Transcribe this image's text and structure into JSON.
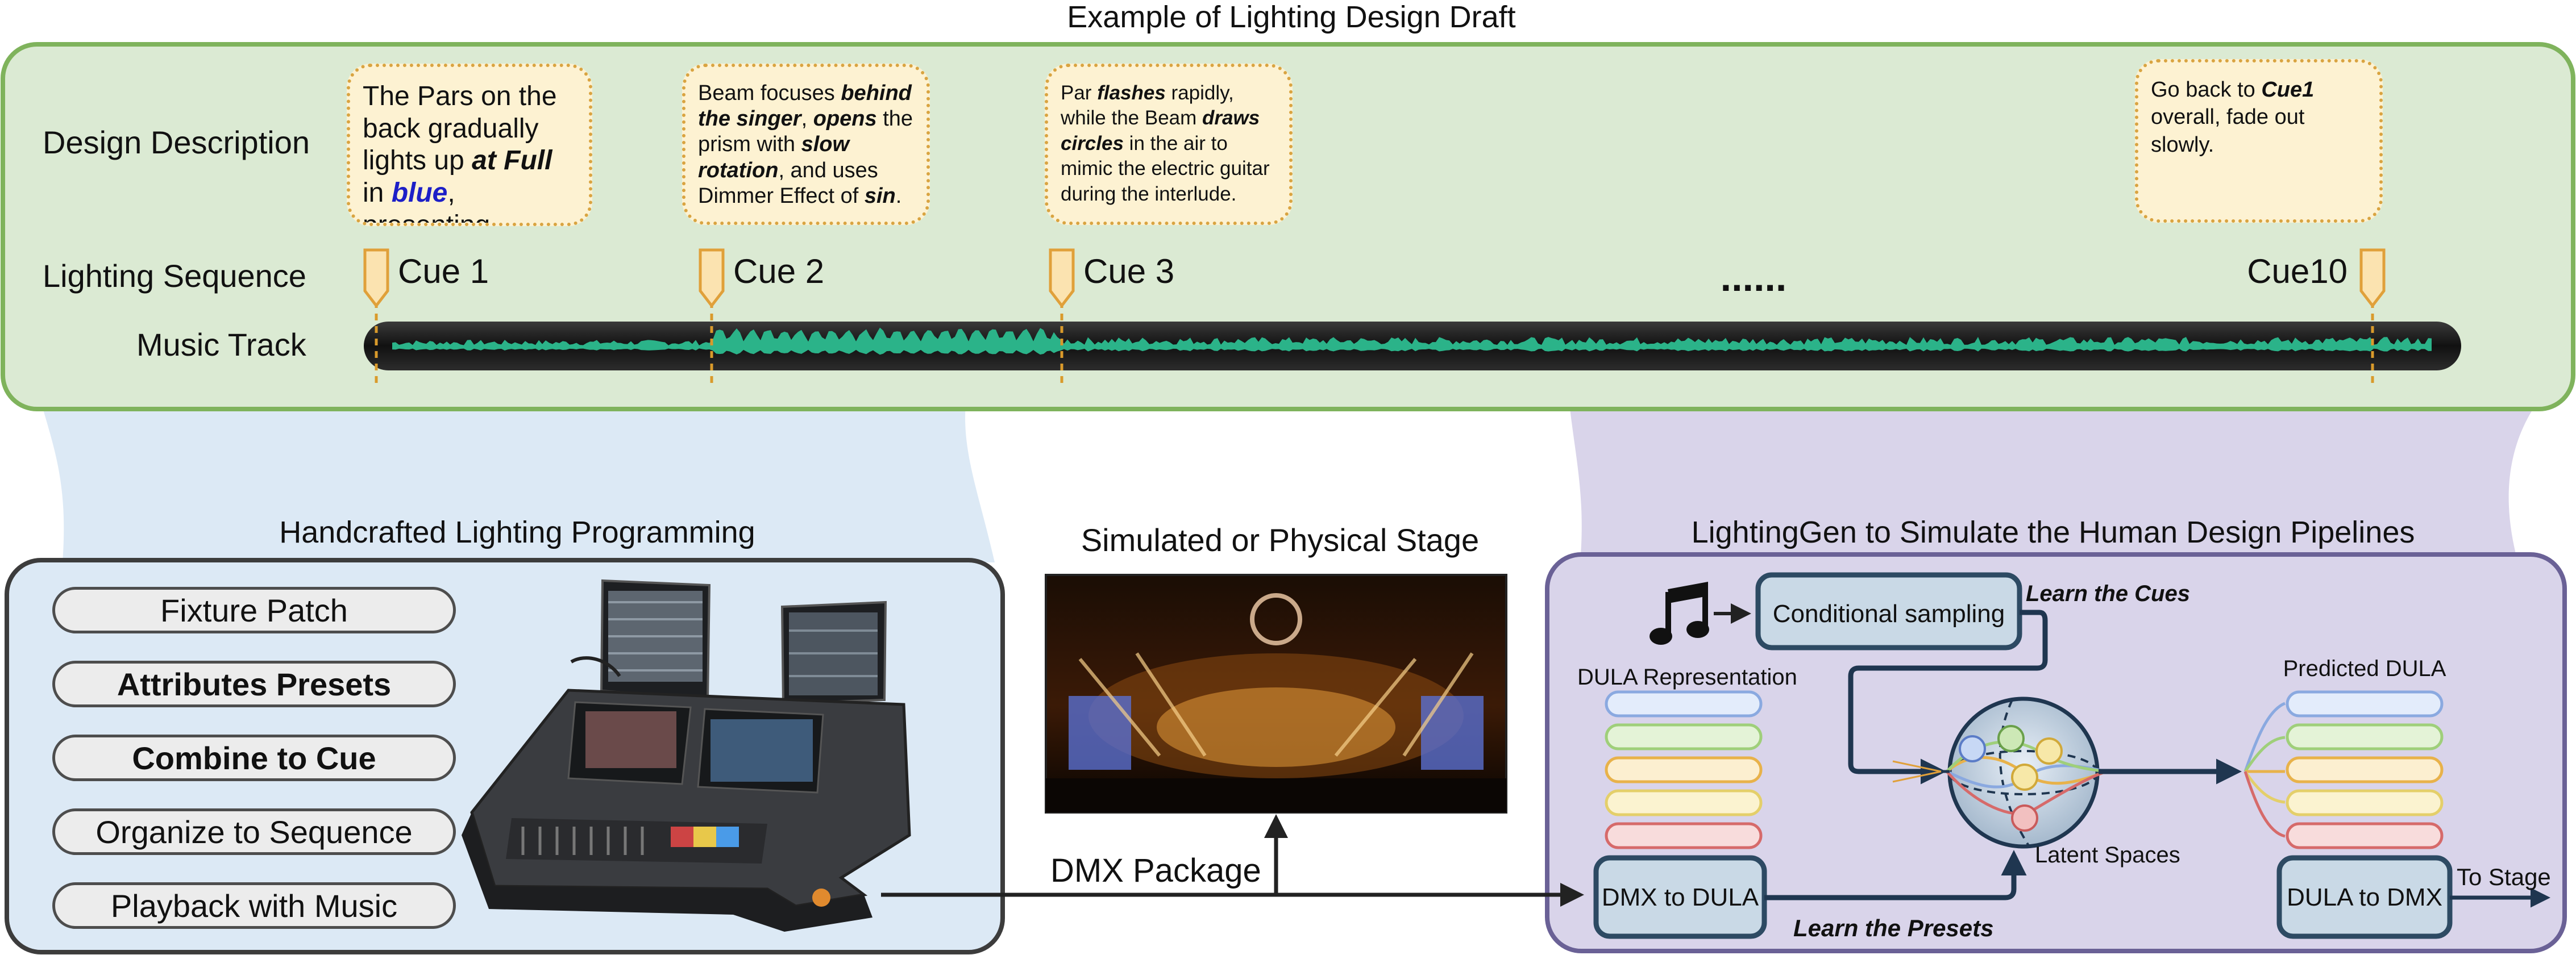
{
  "title": "Example of Lighting Design Draft",
  "draft": {
    "row_labels": {
      "description": "Design Description",
      "sequence": "Lighting Sequence",
      "music": "Music Track"
    },
    "cues": [
      "Cue 1",
      "Cue 2",
      "Cue 3",
      "Cue10"
    ],
    "ellipsis": "......",
    "descriptions": [
      {
        "parts": [
          {
            "t": "The Pars on the back gradually lights up "
          },
          {
            "t": "at Full",
            "s": "bi"
          },
          {
            "t": " in "
          },
          {
            "t": "blue",
            "s": "blue"
          },
          {
            "t": ", presenting..."
          }
        ]
      },
      {
        "parts": [
          {
            "t": "Beam focuses "
          },
          {
            "t": "behind the singer",
            "s": "bi"
          },
          {
            "t": ", "
          },
          {
            "t": "opens",
            "s": "bi"
          },
          {
            "t": " the prism with "
          },
          {
            "t": "slow rotation",
            "s": "bi"
          },
          {
            "t": ", and uses Dimmer Effect of "
          },
          {
            "t": "sin",
            "s": "bi"
          },
          {
            "t": "."
          }
        ]
      },
      {
        "parts": [
          {
            "t": "Par "
          },
          {
            "t": "flashes",
            "s": "bi"
          },
          {
            "t": " rapidly, while the Beam "
          },
          {
            "t": "draws circles",
            "s": "bi"
          },
          {
            "t": " in the air to mimic the electric guitar during the interlude."
          }
        ]
      },
      {
        "parts": [
          {
            "t": "Go back to "
          },
          {
            "t": "Cue1",
            "s": "bi"
          },
          {
            "t": " overall, fade out slowly."
          }
        ]
      }
    ]
  },
  "handcrafted": {
    "title": "Handcrafted Lighting Programming",
    "steps": [
      {
        "label": "Fixture Patch",
        "bold": false
      },
      {
        "label": "Attributes Presets",
        "bold": true
      },
      {
        "label": "Combine to Cue",
        "bold": true
      },
      {
        "label": "Organize to Sequence",
        "bold": false
      },
      {
        "label": "Playback with Music",
        "bold": false
      }
    ],
    "console_picture": "lighting-console"
  },
  "stage": {
    "title": "Simulated or Physical Stage",
    "picture": "concert-stage",
    "dmx_label": "DMX Package"
  },
  "lightinggen": {
    "title": "LightingGen to Simulate the Human Design Pipelines",
    "music_icon": "music-note-icon",
    "cond_sampling": "Conditional sampling",
    "learn_cues": "Learn the Cues",
    "dula_rep": "DULA Representation",
    "predicted": "Predicted DULA",
    "latent": "Latent Spaces",
    "dmx_to_dula": "DMX to DULA",
    "learn_presets": "Learn the Presets",
    "dula_to_dmx": "DULA to DMX",
    "to_stage": "To Stage",
    "bar_colors": [
      "#8aa9e0",
      "#9fcf7a",
      "#e8b24a",
      "#e4cf6a",
      "#d66a6a"
    ]
  },
  "colors": {
    "draft_bg": "#dbead3",
    "draft_border": "#7fb35c",
    "hand_bg": "#dce9f5",
    "gen_bg": "#d9d4ea",
    "gen_border": "#6a6196",
    "node_fill": "#c9d9e6",
    "node_border": "#2d4a63",
    "cue_marker": "#e8a53a",
    "wave": "#2bb389"
  }
}
